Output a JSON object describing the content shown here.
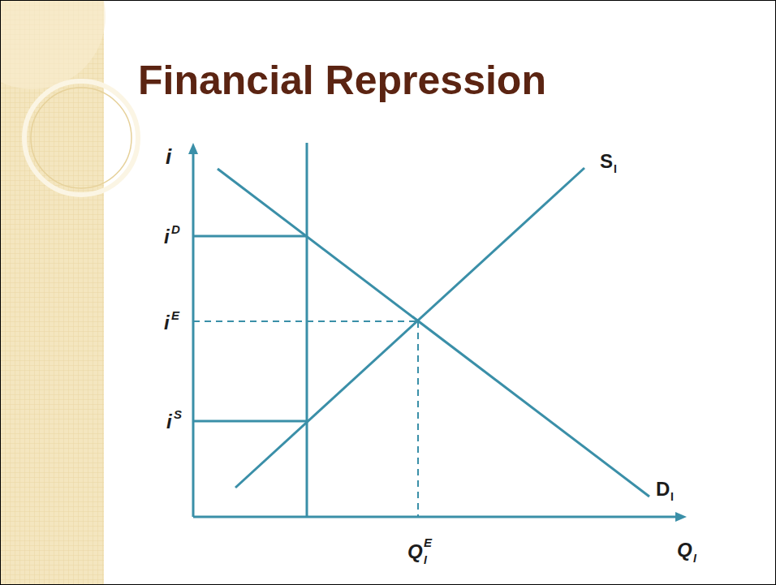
{
  "diagram": {
    "title": "Financial Repression",
    "labels": [
      "i",
      "i",
      "D",
      "i",
      "E",
      "i",
      "S",
      "S",
      "I",
      "D",
      "I",
      "Q",
      "I",
      "E",
      "Q",
      "I"
    ]
  }
}
